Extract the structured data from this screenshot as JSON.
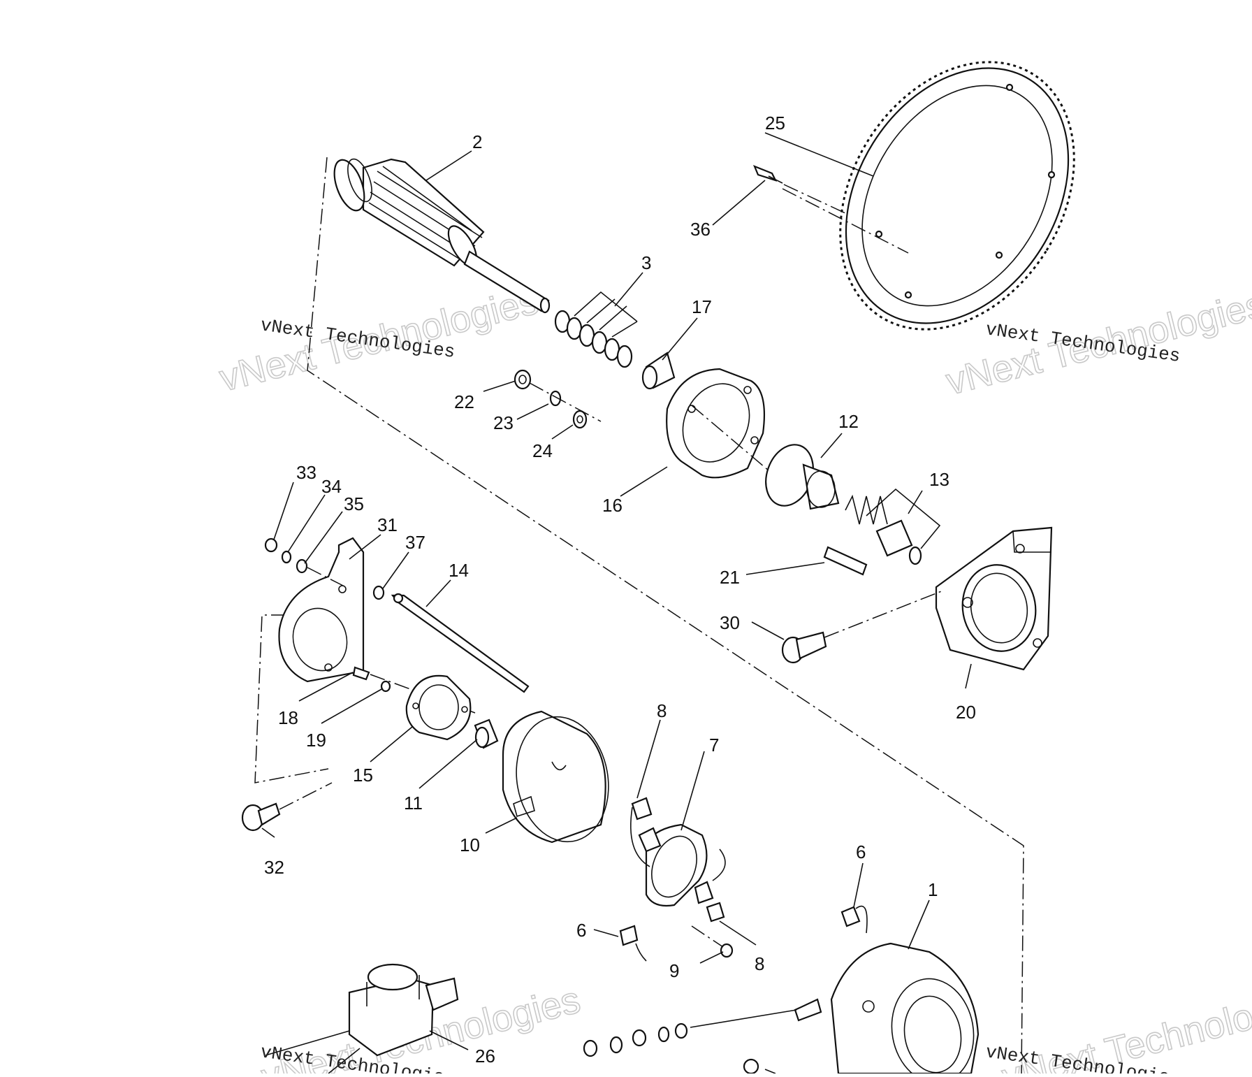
{
  "watermarks": [
    "vNext Technologies",
    "vNext Technologies",
    "vNext Technologies",
    "vNext Technologies",
    "vNext Technologies",
    "vNext Technologies",
    "vNext Technologies",
    "vNext Technologies"
  ],
  "callouts": {
    "c1": "1",
    "c2": "2",
    "c3": "3",
    "c6a": "6",
    "c6b": "6",
    "c7": "7",
    "c8a": "8",
    "c8b": "8",
    "c9": "9",
    "c10": "10",
    "c11": "11",
    "c12": "12",
    "c13": "13",
    "c14": "14",
    "c15": "15",
    "c16": "16",
    "c17": "17",
    "c18": "18",
    "c19": "19",
    "c20": "20",
    "c21": "21",
    "c22": "22",
    "c23": "23",
    "c24": "24",
    "c25": "25",
    "c26": "26",
    "c30": "30",
    "c31": "31",
    "c32": "32",
    "c33": "33",
    "c34": "34",
    "c35": "35",
    "c36": "36",
    "c37": "37"
  },
  "colors": {
    "line": "#111111",
    "watermark": "#c9c9c9",
    "background": "#ffffff"
  }
}
